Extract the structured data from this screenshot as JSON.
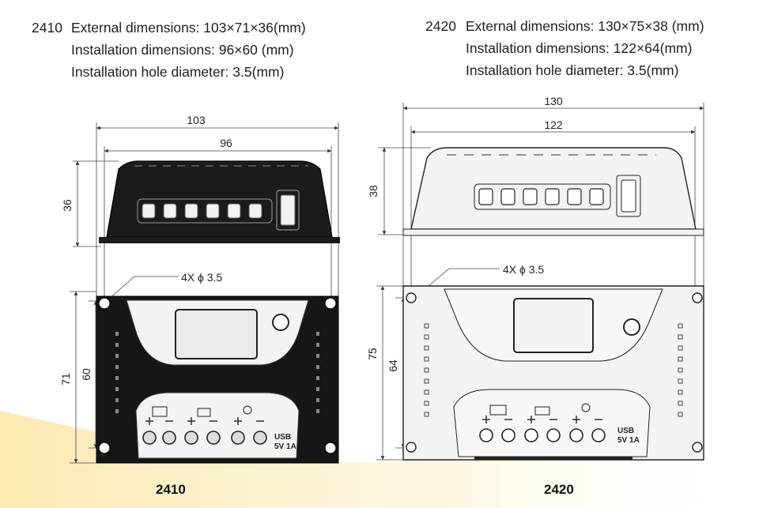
{
  "specs": [
    {
      "model": "2410",
      "external": "External dimensions: 103×71×36(mm)",
      "installation": "Installation dimensions: 96×60 (mm)",
      "hole": "Installation hole diameter: 3.5(mm)"
    },
    {
      "model": "2420",
      "external": "External dimensions: 130×75×38 (mm)",
      "installation": "Installation dimensions: 122×64(mm)",
      "hole": "Installation hole diameter: 3.5(mm)"
    }
  ],
  "drawings": {
    "d2410": {
      "width": "103",
      "inner_width": "96",
      "height": "36",
      "depth": "71",
      "inner_depth": "60",
      "hole_label": "4X ϕ 3.5",
      "usb_label_1": "USB",
      "usb_label_2": "5V 1A",
      "caption": "2410"
    },
    "d2420": {
      "width": "130",
      "inner_width": "122",
      "height": "38",
      "depth": "75",
      "inner_depth": "64",
      "hole_label": "4X ϕ 3.5",
      "usb_label_1": "USB",
      "usb_label_2": "5V 1A",
      "caption": "2420"
    }
  },
  "colors": {
    "background": "#ffffff",
    "accent_wave": "#fbeec0",
    "body": "#1a1a1a",
    "face": "#f4f4f2"
  }
}
